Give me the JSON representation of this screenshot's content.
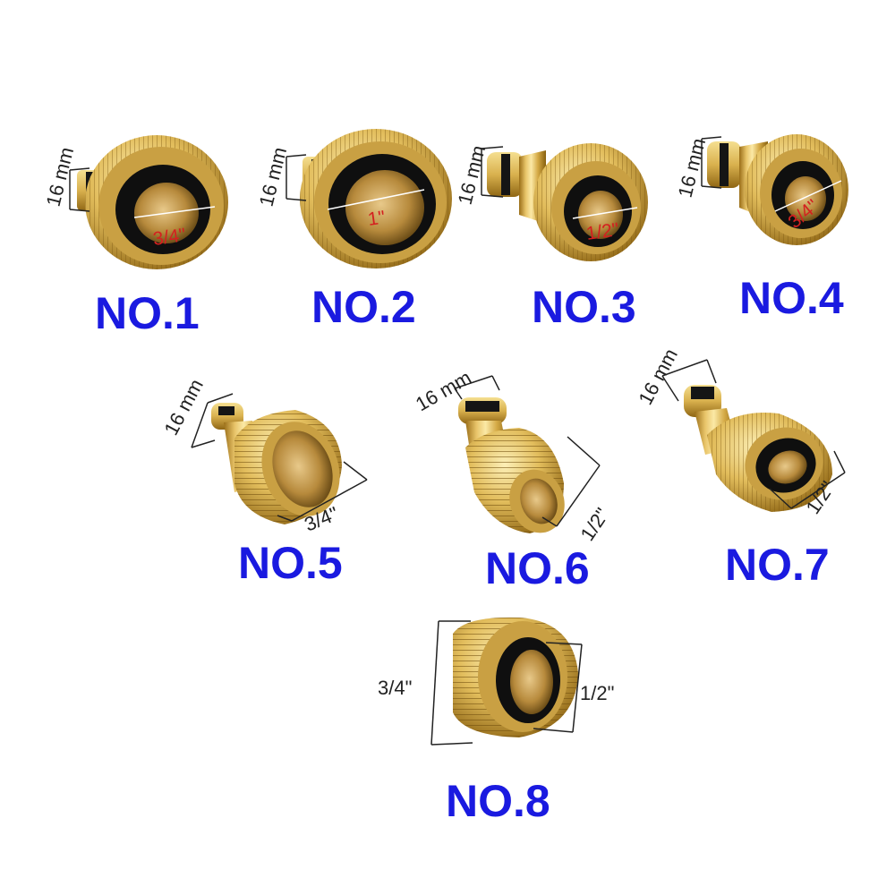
{
  "colors": {
    "label": "#1a1ae0",
    "dimension_line": "#222222",
    "inner_dimension": "#d42020",
    "brass_light": "#f4dc86",
    "brass_mid": "#d8b04c",
    "brass_dark": "#8c6414",
    "rubber": "#111111"
  },
  "fittings": [
    {
      "label": "NO.1",
      "stem": "16 mm",
      "thread": "3/4\""
    },
    {
      "label": "NO.2",
      "stem": "16 mm",
      "thread": "1\""
    },
    {
      "label": "NO.3",
      "stem": "16 mm",
      "thread": "1/2\""
    },
    {
      "label": "NO.4",
      "stem": "16 mm",
      "thread": "3/4\""
    },
    {
      "label": "NO.5",
      "stem": "16 mm",
      "thread": "3/4\""
    },
    {
      "label": "NO.6",
      "stem": "16 mm",
      "thread": "1/2\""
    },
    {
      "label": "NO.7",
      "stem": "16 mm",
      "thread": "1/2\""
    },
    {
      "label": "NO.8",
      "outer": "3/4\"",
      "inner": "1/2\""
    }
  ]
}
